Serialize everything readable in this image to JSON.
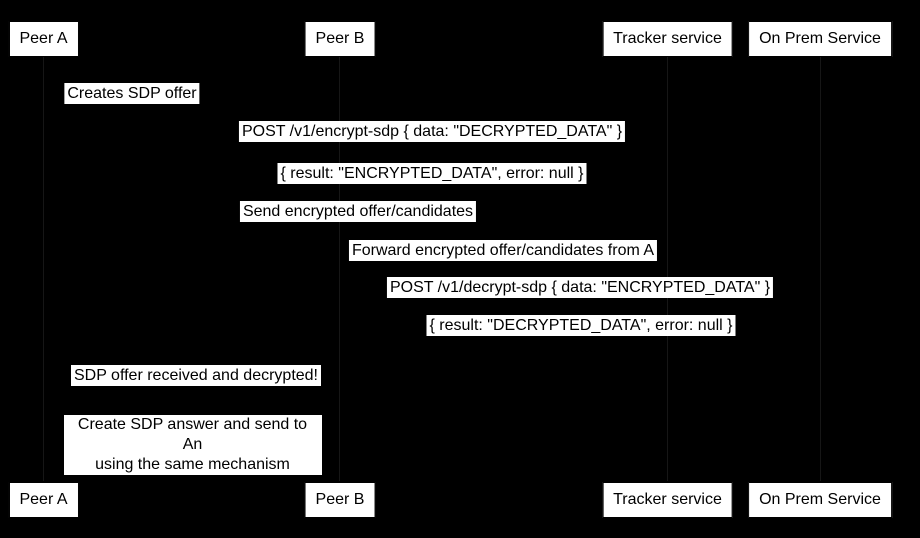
{
  "diagram": {
    "type": "sequence-diagram",
    "colors": {
      "background": "#000000",
      "box_fill": "#ffffff",
      "text": "#000000"
    },
    "actors": [
      {
        "name": "Peer A"
      },
      {
        "name": "Peer B"
      },
      {
        "name": "Tracker service"
      },
      {
        "name": "On Prem Service"
      }
    ],
    "messages": [
      {
        "label": "Creates SDP offer"
      },
      {
        "label": "POST /v1/encrypt-sdp { data: \"DECRYPTED_DATA\" }"
      },
      {
        "label": "{ result: \"ENCRYPTED_DATA\", error: null }"
      },
      {
        "label": "Send encrypted offer/candidates"
      },
      {
        "label": "Forward encrypted offer/candidates from A"
      },
      {
        "label": "POST /v1/decrypt-sdp { data: \"ENCRYPTED_DATA\" }"
      },
      {
        "label": "{ result: \"DECRYPTED_DATA\", error: null }"
      },
      {
        "label": "SDP offer received and decrypted!"
      },
      {
        "label": "Create SDP answer and send to An using the same mechanism",
        "lines": [
          "Create SDP answer and send to An",
          "using the same mechanism"
        ]
      }
    ]
  }
}
